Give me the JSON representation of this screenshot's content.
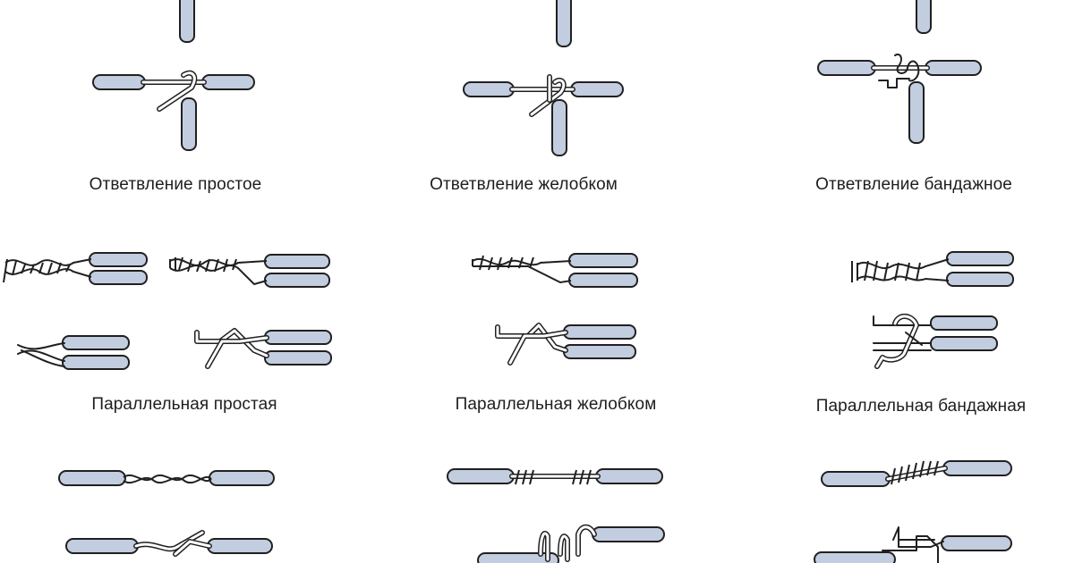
{
  "captions": {
    "branch_simple": "Ответвление простое",
    "branch_groove": "Ответвление желобком",
    "branch_bandage": "Ответвление бандажное",
    "parallel_simple": "Параллельная простая",
    "parallel_groove": "Параллельная желобком",
    "parallel_bandage": "Параллельная бандажная"
  },
  "colors": {
    "insulation": "#c3cde0",
    "outline": "#202020",
    "text": "#1e1e1e"
  }
}
